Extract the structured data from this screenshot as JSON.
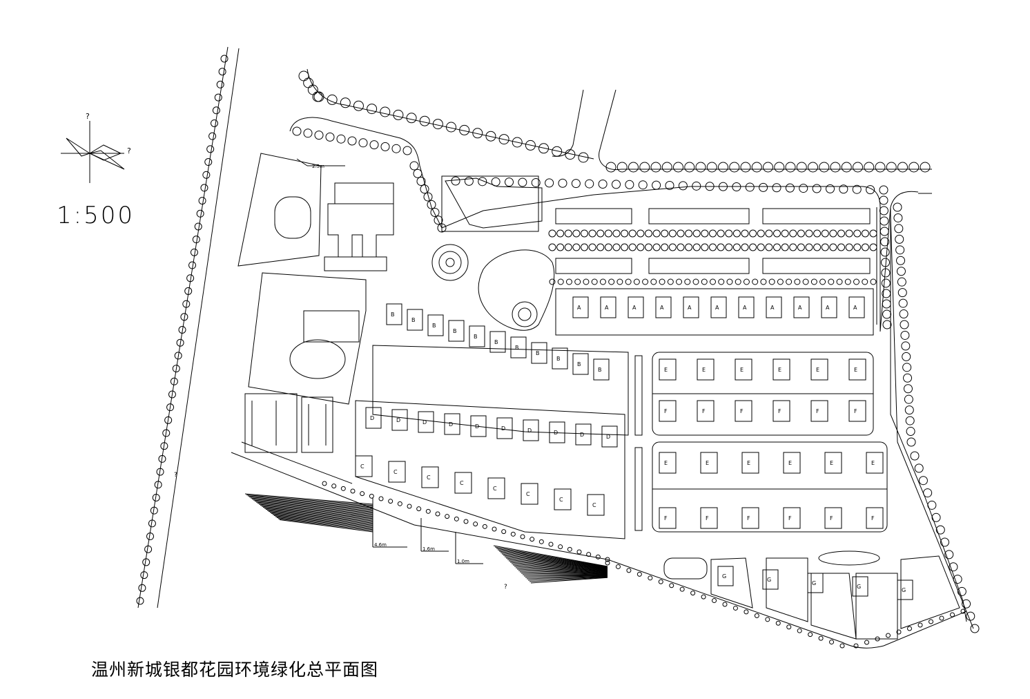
{
  "drawing": {
    "title": "温州新城银都花园环境绿化总平面图",
    "scale": "1:500"
  },
  "compass": {
    "north_mark": "?",
    "east_mark": "?"
  },
  "dimension_notes": [
    "2.5m",
    "4.6m",
    "1.6m",
    "1.0m"
  ],
  "unit_labels": {
    "row1": [
      "A",
      "A",
      "A",
      "A",
      "A",
      "A",
      "A",
      "A",
      "A",
      "A",
      "A"
    ],
    "rowB": [
      "B",
      "B",
      "B",
      "B",
      "B",
      "B",
      "B",
      "B",
      "B",
      "B",
      "B"
    ],
    "rowD": [
      "D",
      "D",
      "D",
      "D",
      "D",
      "D",
      "D",
      "D",
      "D",
      "D"
    ],
    "rowC": [
      "C",
      "C",
      "C",
      "C",
      "C",
      "C",
      "C",
      "C"
    ],
    "rowE": [
      "E",
      "E",
      "E",
      "E",
      "E",
      "E"
    ],
    "rowF": [
      "F",
      "F",
      "F",
      "F",
      "F",
      "F"
    ],
    "rowE2": [
      "E",
      "E",
      "E",
      "E",
      "E",
      "E"
    ],
    "rowF2": [
      "F",
      "F",
      "F",
      "F",
      "F",
      "F"
    ],
    "rowG": [
      "G",
      "G",
      "G",
      "G",
      "G"
    ]
  },
  "question_marks": [
    "?",
    "?"
  ]
}
